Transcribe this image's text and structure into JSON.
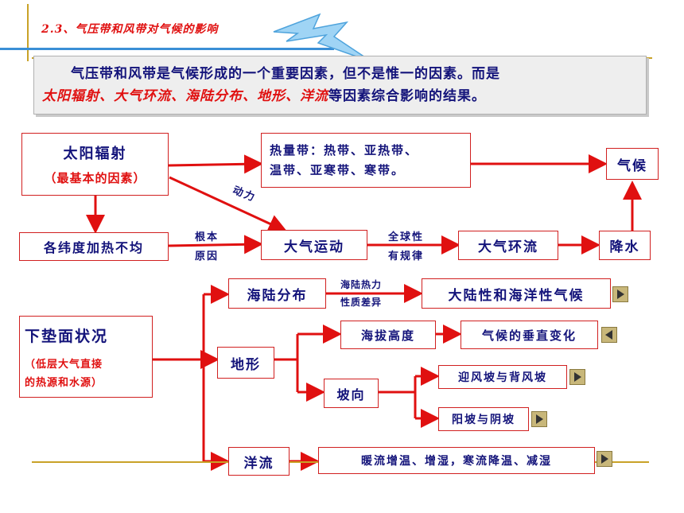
{
  "header": {
    "title": "2.3、气压带和风带对气候的影响"
  },
  "intro": {
    "line1": "气压带和风带是气候形成的一个重要因素，但不是惟一的因素。而是",
    "highlight": "太阳辐射、大气环流、海陆分布、地形、洋流",
    "line2_rest": "等因素综合影响的结果。"
  },
  "nodes": {
    "solar": "太阳辐射",
    "solar_sub": "（最基本的因素）",
    "heat_zones_1": "热量带：热带、亚热带、",
    "heat_zones_2": "温带、亚寒带、寒带。",
    "climate": "气候",
    "uneven": "各纬度加热不均",
    "atmo_motion": "大气运动",
    "circulation": "大气环流",
    "precip": "降水",
    "underlying": "下垫面状况",
    "underlying_sub1": "（低层大气直接",
    "underlying_sub2": "的热源和水源）",
    "land_sea": "海陆分布",
    "continental": "大陆性和海洋性气候",
    "terrain": "地形",
    "altitude": "海拔高度",
    "vertical": "气候的垂直变化",
    "slope": "坡向",
    "windward": "迎风坡与背风坡",
    "sunny": "阳坡与阴坡",
    "current": "洋流",
    "warm_cold": "暖流增温、增湿，寒流降温、减湿"
  },
  "edge_labels": {
    "power": "动力",
    "root_1": "根本",
    "root_2": "原因",
    "global_1": "全球性",
    "global_2": "有规律",
    "thermal_1": "海陆热力",
    "thermal_2": "性质差异"
  },
  "colors": {
    "arrow": "#e01010",
    "node_text": "#13137a",
    "highlight": "#e01010",
    "rule": "#c9a227",
    "rule_blue": "#3a8fd6"
  },
  "icons": [
    "lightning-icon",
    "play-icon",
    "back-icon"
  ]
}
